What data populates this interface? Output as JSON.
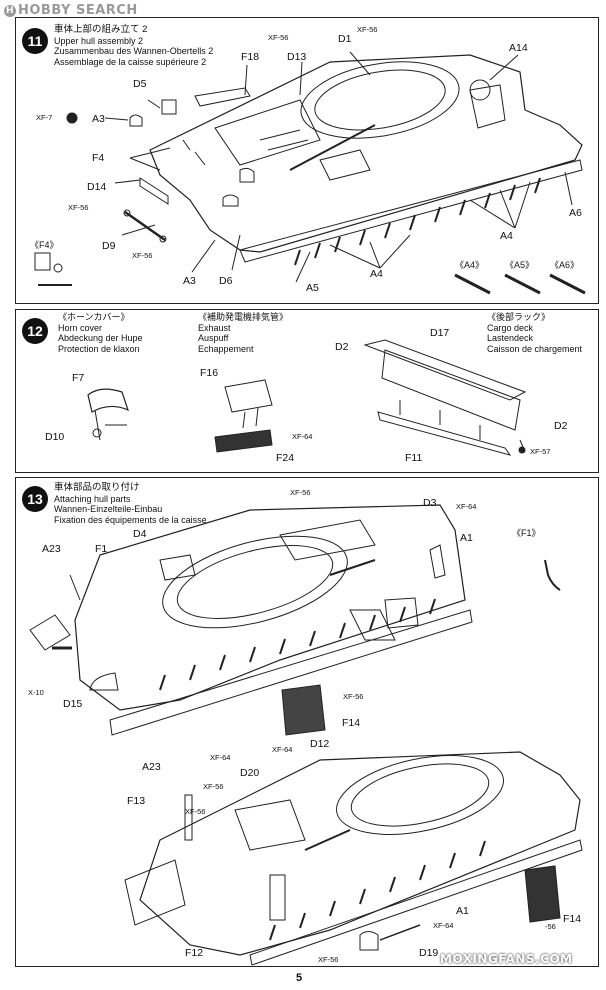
{
  "watermark_top": "HOBBY SEARCH",
  "watermark_bottom": "MOXINGFANS.COM",
  "page_number": "5",
  "step11": {
    "number": "11",
    "title": [
      "車体上部の組み立て 2",
      "Upper hull assembly 2",
      "Zusammenbau des Wannen-Obertells 2",
      "Assemblage de la caisse supérieure 2"
    ],
    "labels": {
      "d1": "D1",
      "d13": "D13",
      "f18": "F18",
      "a14": "A14",
      "d5": "D5",
      "a3a": "A3",
      "f4": "F4",
      "d14": "D14",
      "d9": "D9",
      "a3b": "A3",
      "d6": "D6",
      "a5": "A5",
      "a4a": "A4",
      "a4b": "A4",
      "a6": "A6"
    },
    "xf": {
      "xf56a": "XF-56",
      "xf56b": "XF-56",
      "xf56c": "XF-56",
      "xf56d": "XF-56",
      "xf7": "XF-7"
    },
    "callouts": {
      "f4": "《F4》",
      "a4": "《A4》",
      "a5": "《A5》",
      "a6": "《A6》"
    }
  },
  "step12": {
    "number": "12",
    "horn": [
      "《ホーンカバー》",
      "Horn cover",
      "Abdeckung der Hupe",
      "Protection de klaxon"
    ],
    "exhaust": [
      "《補助発電機排気管》",
      "Exhaust",
      "Auspuff",
      "Echappement"
    ],
    "cargo": [
      "《後部ラック》",
      "Cargo deck",
      "Lastendeck",
      "Caisson de chargement"
    ],
    "labels": {
      "f7": "F7",
      "d10": "D10",
      "f16": "F16",
      "f24": "F24",
      "d17": "D17",
      "d2a": "D2",
      "d2b": "D2",
      "f11": "F11"
    },
    "xf": {
      "xf64": "XF-64",
      "xf57": "XF-57"
    }
  },
  "step13": {
    "number": "13",
    "title": [
      "車体部品の取り付け",
      "Attaching hull parts",
      "Wannen-Einzelteile-Einbau",
      "Fixation des équipements de la caisse"
    ],
    "labels": {
      "d4": "D4",
      "d3": "D3",
      "a1a": "A1",
      "a23a": "A23",
      "f1": "F1",
      "d15": "D15",
      "f14a": "F14",
      "a23b": "A23",
      "d12": "D12",
      "d20": "D20",
      "f13": "F13",
      "f12": "F12",
      "a1b": "A1",
      "f14b": "F14",
      "d19": "D19"
    },
    "xf": {
      "xf56a": "XF-56",
      "xf64a": "XF-64",
      "x10": "X-10",
      "xf56b": "XF-56",
      "xf64b": "XF-64",
      "xf64c": "XF-64",
      "xf56c": "XF-56",
      "xf56d": "XF-56",
      "xf64d": "XF-64",
      "xf56e": "XF-56",
      "xf56f": "-56"
    },
    "callouts": {
      "f1": "《F1》"
    }
  }
}
